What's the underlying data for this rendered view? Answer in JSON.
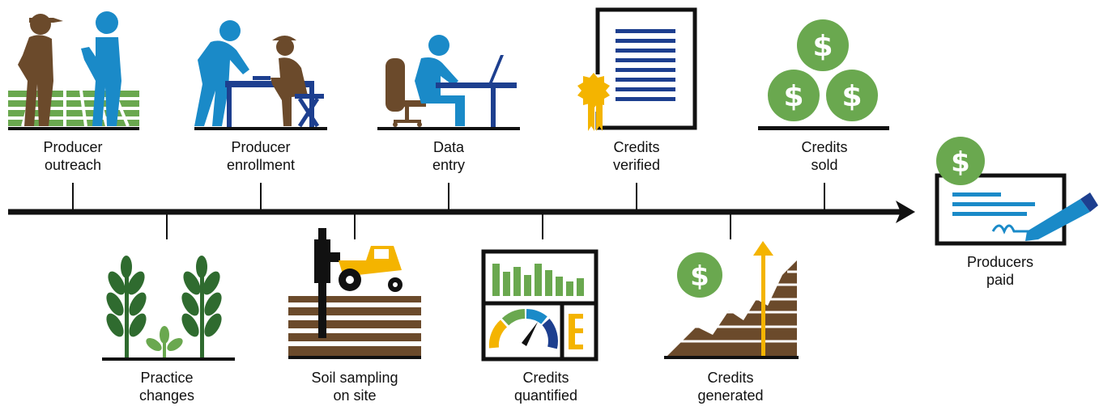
{
  "colors": {
    "brown": "#6b4a2b",
    "blue": "#1a8ac8",
    "navy": "#1d3f8f",
    "green": "#6aa84f",
    "dark_green": "#2f6b2f",
    "yellow": "#f4b400",
    "black": "#111111"
  },
  "steps": [
    {
      "line1": "Producer",
      "line2": "outreach",
      "icon": "people-talking-icon"
    },
    {
      "line1": "Practice",
      "line2": "changes",
      "icon": "crop-plants-icon"
    },
    {
      "line1": "Producer",
      "line2": "enrollment",
      "icon": "enrollment-desk-icon"
    },
    {
      "line1": "Soil sampling",
      "line2": "on site",
      "icon": "soil-probe-tractor-icon"
    },
    {
      "line1": "Data",
      "line2": "entry",
      "icon": "laptop-desk-icon"
    },
    {
      "line1": "Credits",
      "line2": "quantified",
      "icon": "dashboard-chart-icon"
    },
    {
      "line1": "Credits",
      "line2": "verified",
      "icon": "certificate-icon"
    },
    {
      "line1": "Credits",
      "line2": "generated",
      "icon": "rising-graph-icon"
    },
    {
      "line1": "Credits",
      "line2": "sold",
      "icon": "stacked-coins-icon"
    },
    {
      "line1": "Producers",
      "line2": "paid",
      "icon": "signed-check-icon"
    }
  ],
  "currency_symbol": "$"
}
